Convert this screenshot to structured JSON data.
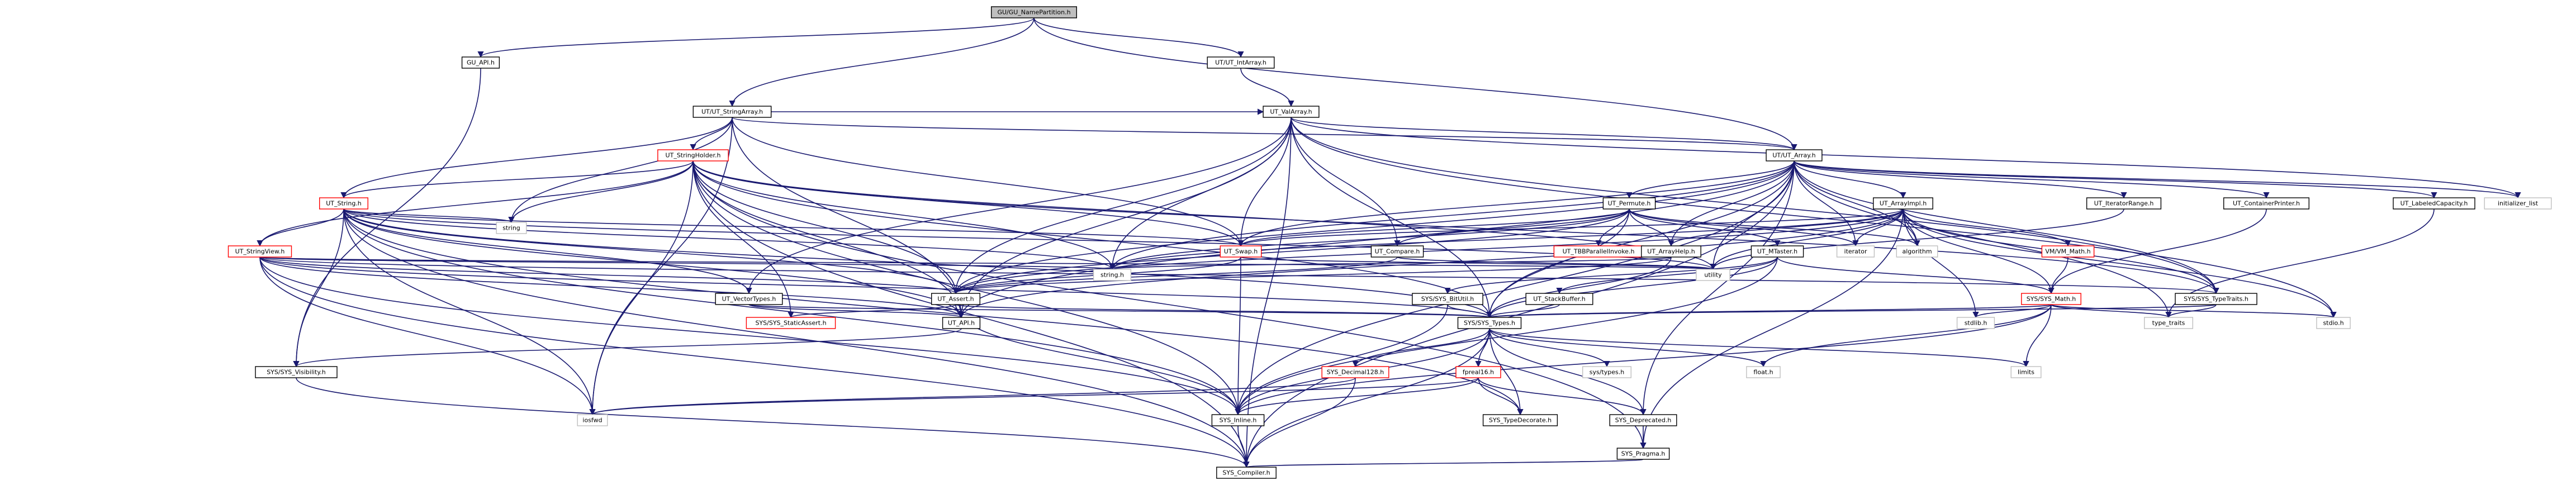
{
  "colors": {
    "edge": "#191970",
    "root_fill": "#bfbfbf",
    "node_fill": "#ffffff",
    "node_border_normal": "#000000",
    "node_border_truncated": "#ff0000",
    "node_border_leaf": "#bfbfbf"
  },
  "nodes": {
    "root": {
      "label": "GU/GU_NamePartition.h",
      "kind": "root"
    },
    "gu_api": {
      "label": "GU_API.h",
      "kind": "normal"
    },
    "ut_intarray": {
      "label": "UT/UT_IntArray.h",
      "kind": "normal"
    },
    "ut_stringarray": {
      "label": "UT/UT_StringArray.h",
      "kind": "normal"
    },
    "ut_valarray": {
      "label": "UT_ValArray.h",
      "kind": "normal"
    },
    "ut_array": {
      "label": "UT/UT_Array.h",
      "kind": "normal"
    },
    "ut_stringholder": {
      "label": "UT_StringHolder.h",
      "kind": "truncated"
    },
    "ut_string": {
      "label": "UT_String.h",
      "kind": "truncated"
    },
    "ut_stringview": {
      "label": "UT_StringView.h",
      "kind": "truncated"
    },
    "ut_permute": {
      "label": "UT_Permute.h",
      "kind": "normal"
    },
    "ut_arrayimpl": {
      "label": "UT_ArrayImpl.h",
      "kind": "normal"
    },
    "ut_iteratorrange": {
      "label": "UT_IteratorRange.h",
      "kind": "normal"
    },
    "ut_containerprinter": {
      "label": "UT_ContainerPrinter.h",
      "kind": "normal"
    },
    "ut_labeledcapacity": {
      "label": "UT_LabeledCapacity.h",
      "kind": "normal"
    },
    "initializer_list": {
      "label": "initializer_list",
      "kind": "leaf"
    },
    "string": {
      "label": "string",
      "kind": "leaf"
    },
    "ut_swap": {
      "label": "UT_Swap.h",
      "kind": "truncated"
    },
    "ut_compare": {
      "label": "UT_Compare.h",
      "kind": "normal"
    },
    "ut_tbbparallelinvoke": {
      "label": "UT_TBBParallelInvoke.h",
      "kind": "truncated"
    },
    "ut_arrayhelp": {
      "label": "UT_ArrayHelp.h",
      "kind": "normal"
    },
    "ut_mtaster": {
      "label": "UT_MTaster.h",
      "kind": "normal"
    },
    "vm_math": {
      "label": "VM/VM_Math.h",
      "kind": "truncated"
    },
    "iterator": {
      "label": "iterator",
      "kind": "leaf"
    },
    "algorithm": {
      "label": "algorithm",
      "kind": "leaf"
    },
    "string_h": {
      "label": "string.h",
      "kind": "leaf"
    },
    "utility": {
      "label": "utility",
      "kind": "leaf"
    },
    "ut_vectortypes": {
      "label": "UT_VectorTypes.h",
      "kind": "normal"
    },
    "ut_assert": {
      "label": "UT_Assert.h",
      "kind": "normal"
    },
    "sys_bitutil": {
      "label": "SYS/SYS_BitUtil.h",
      "kind": "normal"
    },
    "ut_stackbuffer": {
      "label": "UT_StackBuffer.h",
      "kind": "normal"
    },
    "sys_math": {
      "label": "SYS/SYS_Math.h",
      "kind": "truncated"
    },
    "sys_typetraits": {
      "label": "SYS/SYS_TypeTraits.h",
      "kind": "normal"
    },
    "sys_staticassert": {
      "label": "SYS/SYS_StaticAssert.h",
      "kind": "truncated"
    },
    "ut_api": {
      "label": "UT_API.h",
      "kind": "normal"
    },
    "sys_types": {
      "label": "SYS/SYS_Types.h",
      "kind": "normal"
    },
    "stdlib": {
      "label": "stdlib.h",
      "kind": "leaf"
    },
    "stdio": {
      "label": "stdio.h",
      "kind": "leaf"
    },
    "type_traits": {
      "label": "type_traits",
      "kind": "leaf"
    },
    "sys_visibility": {
      "label": "SYS/SYS_Visibility.h",
      "kind": "normal"
    },
    "sys_decimal128": {
      "label": "SYS_Decimal128.h",
      "kind": "truncated"
    },
    "fpreal16": {
      "label": "fpreal16.h",
      "kind": "truncated"
    },
    "sys_types_h": {
      "label": "sys/types.h",
      "kind": "leaf"
    },
    "float_h": {
      "label": "float.h",
      "kind": "leaf"
    },
    "limits": {
      "label": "limits",
      "kind": "leaf"
    },
    "iosfwd": {
      "label": "iosfwd",
      "kind": "leaf"
    },
    "sys_inline": {
      "label": "SYS_Inline.h",
      "kind": "normal"
    },
    "sys_typedecorate": {
      "label": "SYS_TypeDecorate.h",
      "kind": "normal"
    },
    "sys_deprecated": {
      "label": "SYS_Deprecated.h",
      "kind": "normal"
    },
    "sys_pragma": {
      "label": "SYS_Pragma.h",
      "kind": "normal"
    },
    "sys_compiler": {
      "label": "SYS_Compiler.h",
      "kind": "normal"
    }
  },
  "edges": [
    [
      "root",
      "gu_api"
    ],
    [
      "root",
      "ut_intarray"
    ],
    [
      "root",
      "ut_stringarray"
    ],
    [
      "root",
      "ut_array"
    ],
    [
      "gu_api",
      "sys_visibility"
    ],
    [
      "ut_intarray",
      "ut_valarray"
    ],
    [
      "ut_stringarray",
      "ut_valarray"
    ],
    [
      "ut_stringarray",
      "ut_stringholder"
    ],
    [
      "ut_stringarray",
      "ut_string"
    ],
    [
      "ut_stringarray",
      "ut_swap"
    ],
    [
      "ut_stringarray",
      "string"
    ],
    [
      "ut_stringarray",
      "ut_api"
    ],
    [
      "ut_stringarray",
      "iosfwd"
    ],
    [
      "ut_stringarray",
      "ut_array"
    ],
    [
      "ut_valarray",
      "ut_array"
    ],
    [
      "ut_valarray",
      "ut_swap"
    ],
    [
      "ut_valarray",
      "ut_compare"
    ],
    [
      "ut_valarray",
      "ut_vectortypes"
    ],
    [
      "ut_valarray",
      "ut_api"
    ],
    [
      "ut_valarray",
      "sys_types"
    ],
    [
      "ut_valarray",
      "sys_compiler"
    ],
    [
      "ut_valarray",
      "initializer_list"
    ],
    [
      "ut_valarray",
      "string_h"
    ],
    [
      "ut_valarray",
      "sys_typetraits"
    ],
    [
      "ut_valarray",
      "stdio"
    ],
    [
      "ut_valarray",
      "ut_assert"
    ],
    [
      "ut_array",
      "ut_permute"
    ],
    [
      "ut_array",
      "ut_arrayimpl"
    ],
    [
      "ut_array",
      "ut_iteratorrange"
    ],
    [
      "ut_array",
      "ut_containerprinter"
    ],
    [
      "ut_array",
      "ut_labeledcapacity"
    ],
    [
      "ut_array",
      "initializer_list"
    ],
    [
      "ut_array",
      "ut_arrayhelp"
    ],
    [
      "ut_array",
      "ut_assert"
    ],
    [
      "ut_array",
      "ut_api"
    ],
    [
      "ut_array",
      "sys_types"
    ],
    [
      "ut_array",
      "sys_compiler"
    ],
    [
      "ut_array",
      "sys_deprecated"
    ],
    [
      "ut_array",
      "sys_inline"
    ],
    [
      "ut_array",
      "sys_typetraits"
    ],
    [
      "ut_array",
      "iterator"
    ],
    [
      "ut_array",
      "algorithm"
    ],
    [
      "ut_array",
      "utility"
    ],
    [
      "ut_array",
      "type_traits"
    ],
    [
      "ut_array",
      "string_h"
    ],
    [
      "ut_array",
      "ut_swap"
    ],
    [
      "ut_stringholder",
      "ut_string"
    ],
    [
      "ut_stringholder",
      "ut_stringview"
    ],
    [
      "ut_stringholder",
      "ut_assert"
    ],
    [
      "ut_stringholder",
      "ut_api"
    ],
    [
      "ut_stringholder",
      "ut_swap"
    ],
    [
      "ut_stringholder",
      "sys_types"
    ],
    [
      "ut_stringholder",
      "sys_compiler"
    ],
    [
      "ut_stringholder",
      "sys_inline"
    ],
    [
      "ut_stringholder",
      "sys_staticassert"
    ],
    [
      "ut_stringholder",
      "string"
    ],
    [
      "ut_stringholder",
      "string_h"
    ],
    [
      "ut_stringholder",
      "utility"
    ],
    [
      "ut_stringholder",
      "iosfwd"
    ],
    [
      "ut_stringholder",
      "sys_pragma"
    ],
    [
      "ut_stringholder",
      "sys_typetraits"
    ],
    [
      "ut_string",
      "ut_stringview"
    ],
    [
      "ut_string",
      "ut_assert"
    ],
    [
      "ut_string",
      "ut_api"
    ],
    [
      "ut_string",
      "ut_swap"
    ],
    [
      "ut_string",
      "sys_types"
    ],
    [
      "ut_string",
      "sys_compiler"
    ],
    [
      "ut_string",
      "sys_inline"
    ],
    [
      "ut_string",
      "string"
    ],
    [
      "ut_string",
      "string_h"
    ],
    [
      "ut_string",
      "iosfwd"
    ],
    [
      "ut_string",
      "utility"
    ],
    [
      "ut_string",
      "sys_typedecorate"
    ],
    [
      "ut_string",
      "sys_visibility"
    ],
    [
      "ut_string",
      "ut_vectortypes"
    ],
    [
      "ut_stringview",
      "ut_assert"
    ],
    [
      "ut_stringview",
      "ut_api"
    ],
    [
      "ut_stringview",
      "sys_types"
    ],
    [
      "ut_stringview",
      "sys_compiler"
    ],
    [
      "ut_stringview",
      "sys_inline"
    ],
    [
      "ut_stringview",
      "string_h"
    ],
    [
      "ut_stringview",
      "utility"
    ],
    [
      "ut_stringview",
      "iosfwd"
    ],
    [
      "ut_stringview",
      "sys_typetraits"
    ],
    [
      "ut_permute",
      "ut_swap"
    ],
    [
      "ut_permute",
      "ut_tbbparallelinvoke"
    ],
    [
      "ut_permute",
      "ut_mtaster"
    ],
    [
      "ut_permute",
      "ut_arrayhelp"
    ],
    [
      "ut_permute",
      "sys_types"
    ],
    [
      "ut_permute",
      "algorithm"
    ],
    [
      "ut_permute",
      "iterator"
    ],
    [
      "ut_permute",
      "string_h"
    ],
    [
      "ut_permute",
      "ut_compare"
    ],
    [
      "ut_permute",
      "ut_assert"
    ],
    [
      "ut_arrayimpl",
      "ut_arrayhelp"
    ],
    [
      "ut_arrayimpl",
      "ut_assert"
    ],
    [
      "ut_arrayimpl",
      "ut_api"
    ],
    [
      "ut_arrayimpl",
      "vm_math"
    ],
    [
      "ut_arrayimpl",
      "sys_math"
    ],
    [
      "ut_arrayimpl",
      "sys_typetraits"
    ],
    [
      "ut_arrayimpl",
      "sys_pragma"
    ],
    [
      "ut_arrayimpl",
      "algorithm"
    ],
    [
      "ut_arrayimpl",
      "iterator"
    ],
    [
      "ut_arrayimpl",
      "stdlib"
    ],
    [
      "ut_arrayimpl",
      "stdio"
    ],
    [
      "ut_arrayimpl",
      "string_h"
    ],
    [
      "ut_arrayimpl",
      "utility"
    ],
    [
      "ut_arrayimpl",
      "ut_swap"
    ],
    [
      "ut_iteratorrange",
      "utility"
    ],
    [
      "ut_containerprinter",
      "sys_math"
    ],
    [
      "ut_labeledcapacity",
      "type_traits"
    ],
    [
      "ut_swap",
      "ut_assert"
    ],
    [
      "ut_swap",
      "sys_inline"
    ],
    [
      "ut_swap",
      "utility"
    ],
    [
      "ut_compare",
      "ut_assert"
    ],
    [
      "ut_compare",
      "utility"
    ],
    [
      "ut_arrayhelp",
      "sys_types"
    ],
    [
      "ut_arrayhelp",
      "ut_assert"
    ],
    [
      "ut_arrayhelp",
      "string_h"
    ],
    [
      "ut_mtaster",
      "ut_stackbuffer"
    ],
    [
      "ut_mtaster",
      "sys_types"
    ],
    [
      "ut_mtaster",
      "sys_bitutil"
    ],
    [
      "ut_mtaster",
      "sys_math"
    ],
    [
      "ut_mtaster",
      "sys_inline"
    ],
    [
      "vm_math",
      "sys_math"
    ],
    [
      "ut_vectortypes",
      "sys_types"
    ],
    [
      "ut_vectortypes",
      "ut_api"
    ],
    [
      "ut_assert",
      "ut_api"
    ],
    [
      "ut_assert",
      "sys_types"
    ],
    [
      "ut_assert",
      "sys_inline"
    ],
    [
      "ut_assert",
      "sys_staticassert"
    ],
    [
      "sys_bitutil",
      "sys_types"
    ],
    [
      "sys_bitutil",
      "sys_inline"
    ],
    [
      "ut_stackbuffer",
      "sys_types"
    ],
    [
      "sys_math",
      "sys_types"
    ],
    [
      "sys_math",
      "sys_inline"
    ],
    [
      "sys_math",
      "stdlib"
    ],
    [
      "sys_math",
      "float_h"
    ],
    [
      "sys_math",
      "limits"
    ],
    [
      "sys_math",
      "type_traits"
    ],
    [
      "sys_math",
      "stdio"
    ],
    [
      "sys_typetraits",
      "type_traits"
    ],
    [
      "sys_typetraits",
      "sys_types"
    ],
    [
      "ut_api",
      "sys_visibility"
    ],
    [
      "sys_types",
      "sys_decimal128"
    ],
    [
      "sys_types",
      "fpreal16"
    ],
    [
      "sys_types",
      "sys_types_h"
    ],
    [
      "sys_types",
      "float_h"
    ],
    [
      "sys_types",
      "limits"
    ],
    [
      "sys_types",
      "sys_inline"
    ],
    [
      "sys_types",
      "sys_compiler"
    ],
    [
      "sys_types",
      "sys_typedecorate"
    ],
    [
      "sys_types",
      "sys_deprecated"
    ],
    [
      "sys_visibility",
      "sys_compiler"
    ],
    [
      "sys_decimal128",
      "iosfwd"
    ],
    [
      "sys_decimal128",
      "sys_compiler"
    ],
    [
      "fpreal16",
      "sys_inline"
    ],
    [
      "fpreal16",
      "sys_typedecorate"
    ],
    [
      "fpreal16",
      "sys_deprecated"
    ],
    [
      "fpreal16",
      "iosfwd"
    ],
    [
      "sys_inline",
      "sys_compiler"
    ],
    [
      "sys_deprecated",
      "sys_pragma"
    ],
    [
      "sys_pragma",
      "sys_compiler"
    ]
  ]
}
